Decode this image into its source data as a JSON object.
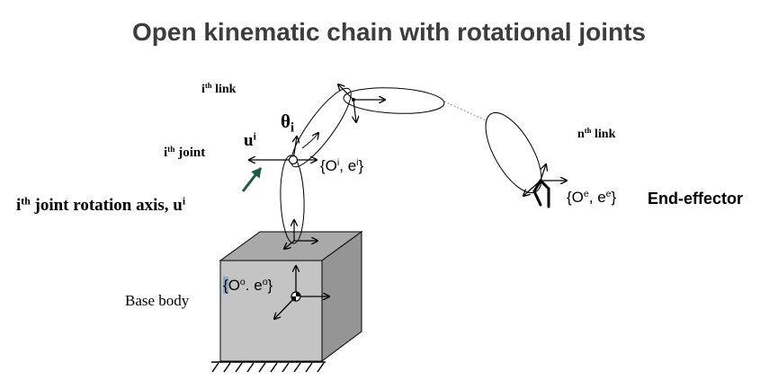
{
  "title": "Open kinematic chain with rotational joints",
  "labels": {
    "ith_link": {
      "base": "i",
      "sup": "th",
      "text": " link"
    },
    "nth_link": {
      "base": "n",
      "sup": "th",
      "text": " link"
    },
    "ith_joint": {
      "base": "i",
      "sup": "th",
      "text": " joint"
    },
    "ui": {
      "base": "u",
      "sup": "i"
    },
    "theta": {
      "base": "θ",
      "sub": "i"
    },
    "axis": {
      "base": "i",
      "sup": "th",
      "text": " joint rotation axis, u",
      "sup2": "i"
    },
    "end_effector": "End-effector",
    "base_body": "Base body",
    "frame_i": {
      "open": "{O",
      "sup1": "i",
      "mid": ", e",
      "sup2": "i",
      "close": "}"
    },
    "frame_e": {
      "open": "{O",
      "sup1": "e",
      "mid": ", e",
      "sup2": "e",
      "close": "}"
    },
    "frame_o": {
      "open": "{",
      "o": "O",
      "sup1": "o",
      "mid": ". e",
      "sup2": "o",
      "close": "}"
    }
  },
  "colors": {
    "title": "#3d3d3d",
    "cube_front": "#c4c4c4",
    "cube_top": "#a9a9a9",
    "cube_side": "#959595",
    "pointer_arrow": "#1d5c3e",
    "highlight": "#8ea7c3"
  }
}
